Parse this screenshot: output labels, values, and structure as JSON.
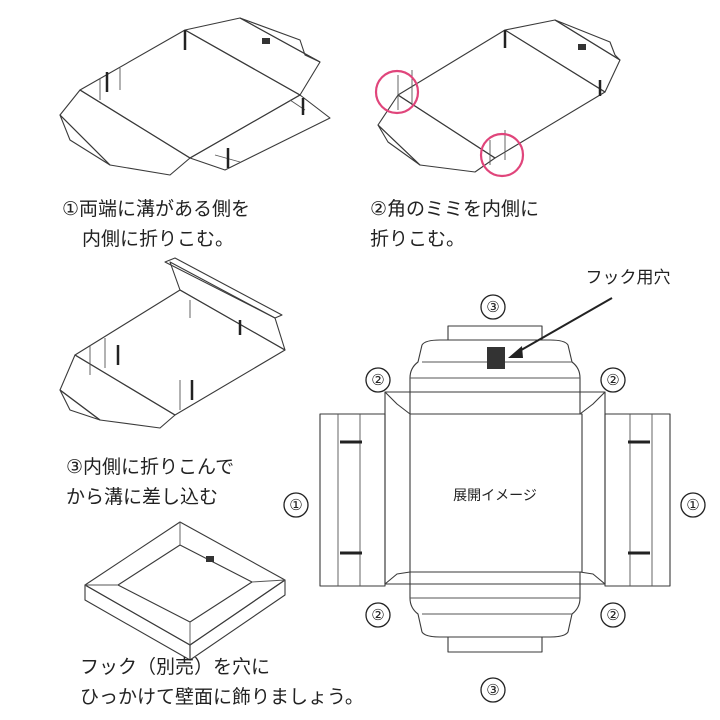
{
  "steps": {
    "step1": {
      "line1": "①両端に溝がある側を",
      "line2": "内側に折りこむ。"
    },
    "step2": {
      "line1": "②角のミミを内側に",
      "line2": "折りこむ。"
    },
    "step3": {
      "line1": "③内側に折りこんで",
      "line2": "から溝に差し込む"
    },
    "step4": {
      "line1": "フック（別売）を穴に",
      "line2": "ひっかけて壁面に飾りましょう。"
    }
  },
  "net": {
    "center_label": "展開イメージ",
    "hook_label": "フック用穴",
    "markers": {
      "top": "③",
      "bottom": "③",
      "left": "①",
      "right": "①",
      "tl": "②",
      "tr": "②",
      "bl": "②",
      "br": "②"
    }
  },
  "colors": {
    "highlight": "#e0457b",
    "slot": "#333333"
  }
}
